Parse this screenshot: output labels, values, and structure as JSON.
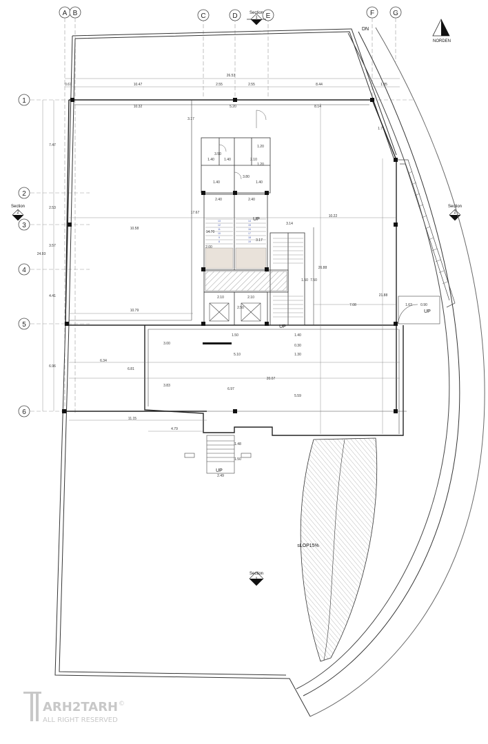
{
  "grid": {
    "columns": [
      "A",
      "B",
      "C",
      "D",
      "E",
      "F",
      "G"
    ],
    "rows": [
      "1",
      "2",
      "3",
      "4",
      "5",
      "6"
    ]
  },
  "north_label": "NORDEN",
  "top_dn": "DN",
  "sections": {
    "top": {
      "title": "Section",
      "num": "1"
    },
    "left": {
      "title": "Section",
      "num": "2"
    },
    "right": {
      "title": "Section",
      "num": "2"
    },
    "bottom": {
      "title": "Section",
      "num": "1"
    }
  },
  "labels": {
    "up_main": "UP",
    "up_stair": "UP",
    "up_right": "UP",
    "up_bottom": "UP",
    "ramp": "sLOP15%"
  },
  "dims": {
    "overall_width": "26.53",
    "d_067": "0.67",
    "d_1047": "10.47",
    "d_255a": "2.55",
    "d_255b": "2.55",
    "d_844": "8.44",
    "d_185": "1.85",
    "d_1032": "10.32",
    "d_520": "5.20",
    "d_814": "8.14",
    "d_747": "7.47",
    "d_253": "2.53",
    "d_357": "3.57",
    "d_441": "4.41",
    "d_696": "6.96",
    "d_2493": "24.93",
    "d_140a": "1.40",
    "d_140b": "1.40",
    "d_210a": "2.10",
    "d_350": "3.50",
    "d_120": "1.20",
    "d_120b": "1.20",
    "d_380": "3.80",
    "d_140c": "1.40",
    "d_140d": "1.40",
    "d_240a": "2.40",
    "d_240b": "2.40",
    "d_1767": "17.67",
    "d_1470": "14.70",
    "d_1058": "10.58",
    "d_1022": "10.22",
    "d_314": "3.14",
    "d_2688": "26.88",
    "d_2188": "21.88",
    "d_750": "7.50",
    "d_150": "1.50",
    "d_708": "7.08",
    "d_210c": "2.10",
    "d_210d": "2.10",
    "d_250": "2.50",
    "d_1079": "10.79",
    "d_163": "1.63",
    "d_090": "0.90",
    "d_317": "3.17",
    "d_317b": "3.17",
    "d_200": "2.00",
    "d_300": "3.00",
    "d_150b": "1.50",
    "d_510": "5.10",
    "d_634": "6.34",
    "d_681": "6.81",
    "d_2007": "20.07",
    "d_383": "3.83",
    "d_697": "6.97",
    "d_559": "5.59",
    "d_130": "1.30",
    "d_030": "0.30",
    "d_140e": "1.40",
    "d_1115": "11.15",
    "d_479": "4.79",
    "d_148": "1.48",
    "d_150c": "1.50",
    "d_249": "2.49",
    "d_171": "1.71"
  },
  "watermark": {
    "brand": "ARH2TARH",
    "rights": "ALL RIGHT RESERVED",
    "copyright": "©"
  },
  "colors": {
    "line": "#333333",
    "grid_dash": "#9a9a9a",
    "stair_numbers": "#3a4fb0",
    "hatch_fill": "#e9e2da",
    "watermark": "#c8c8c8"
  }
}
